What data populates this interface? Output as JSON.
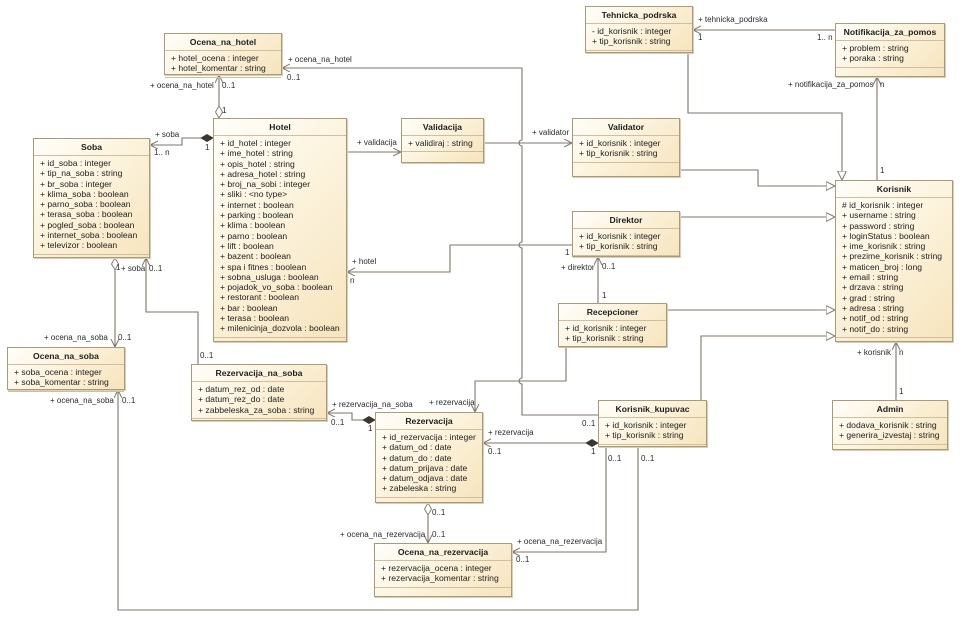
{
  "diagram": {
    "classes": [
      {
        "name": "Ocena_na_hotel",
        "attributes": [
          "+ hotel_ocena : integer",
          "+ hotel_komentar : string"
        ]
      },
      {
        "name": "Hotel",
        "attributes": [
          "+ id_hotel : integer",
          "+ ime_hotel : string",
          "+ opis_hotel : string",
          "+ adresa_hotel : string",
          "+ broj_na_sobi : integer",
          "+ sliki : <no type>",
          "+ internet : boolean",
          "+ parking : boolean",
          "+ klima : boolean",
          "+ parno : boolean",
          "+ lift : boolean",
          "+ bazent : boolean",
          "+ spa i fitnes : boolean",
          "+ sobna_usluga : boolean",
          "+ pojadok_vo_soba : boolean",
          "+ restorant : boolean",
          "+ bar : boolean",
          "+ terasa : boolean",
          "+ milenicinja_dozvola : boolean"
        ]
      },
      {
        "name": "Soba",
        "attributes": [
          "+ id_soba : integer",
          "+ tip_na_soba : string",
          "+ br_soba : integer",
          "+ klima_soba : boolean",
          "+ parno_soba : boolean",
          "+ terasa_soba : boolean",
          "+ pogled_soba : boolean",
          "+ internet_soba : boolean",
          "+ televizor : boolean"
        ]
      },
      {
        "name": "Validacija",
        "attributes": [
          "+ validiraj : string"
        ]
      },
      {
        "name": "Validator",
        "attributes": [
          "+ id_korisnik : integer",
          "+ tip_korisnik : string"
        ]
      },
      {
        "name": "Direktor",
        "attributes": [
          "+ id_korisnik : integer",
          "+ tip_korisnik : string"
        ]
      },
      {
        "name": "Recepcioner",
        "attributes": [
          "+ id_korisnik : integer",
          "+ tip_korisnik : string"
        ]
      },
      {
        "name": "Korisnik_kupuvac",
        "attributes": [
          "+ id_korisnik : integer",
          "+ tip_korisnik : string"
        ]
      },
      {
        "name": "Tehnicka_podrska",
        "attributes": [
          "- id_korisnik : integer",
          "+ tip_korisnik : string"
        ]
      },
      {
        "name": "Notifikacija_za_pomos",
        "attributes": [
          "+ problem : string",
          "+ poraka : string"
        ]
      },
      {
        "name": "Korisnik",
        "attributes": [
          "# id_korisnik : integer",
          "+ username : string",
          "+ password : string",
          "+ loginStatus : boolean",
          "+ ime_korisnik : string",
          "+ prezime_korisnik : string",
          "+ maticen_broj : long",
          "+ email : string",
          "+ drzava : string",
          "+ grad : string",
          "+ adresa : string",
          "+ notif_od : string",
          "+ notif_do : string"
        ]
      },
      {
        "name": "Admin",
        "attributes": [
          "+ dodava_korisnik : string",
          "+ generira_izvestaj : string"
        ]
      },
      {
        "name": "Ocena_na_soba",
        "attributes": [
          "+ soba_ocena : integer",
          "+ soba_komentar : string"
        ]
      },
      {
        "name": "Rezervacija_na_soba",
        "attributes": [
          "+ datum_rez_od : date",
          "+ datum_rez_do : date",
          "+ zabbeleska_za_soba : string"
        ]
      },
      {
        "name": "Rezervacija",
        "attributes": [
          "+ id_rezervacija : integer",
          "+ datum_od : date",
          "+ datum_do : date",
          "+ datum_prijava : date",
          "+ datum_odjava : date",
          "+ zabeleska : string"
        ]
      },
      {
        "name": "Ocena_na_rezervacija",
        "attributes": [
          "+ rezervacija_ocena : integer",
          "+ rezervacija_komentar : string"
        ]
      }
    ],
    "associations": [
      {
        "role": "+ ocena_na_hotel",
        "target_mult": "0..1",
        "source_mult": "1"
      },
      {
        "role": "+ soba",
        "target_mult": "1.. n",
        "source_mult": "1"
      },
      {
        "role": "+ validacija"
      },
      {
        "role": "+ validator"
      },
      {
        "role": "+ hotel",
        "target_mult": "n",
        "source_mult": "1"
      },
      {
        "role": "+ direktor",
        "target_mult": "0..1",
        "source_mult": "1"
      },
      {
        "role": "+ rezervacija"
      },
      {
        "role": "+ ocena_na_hotel",
        "target_mult": "0..1",
        "source_mult": "0..1"
      },
      {
        "role": "+ rezervacija",
        "target_mult": "0..1",
        "source_mult": "1"
      },
      {
        "role": "+ rezervacija_na_soba",
        "target_mult": "0..1",
        "source_mult": "1"
      },
      {
        "role": "+ soba",
        "target_mult": "0..1",
        "source_mult": "0..1"
      },
      {
        "role": "+ ocena_na_soba",
        "target_mult": "0..1",
        "source_mult": "1"
      },
      {
        "role": "+ ocena_na_soba",
        "target_mult": "0..1",
        "source_mult": "0..1"
      },
      {
        "role": "+ ocena_na_rezervacija",
        "target_mult": "0..1",
        "source_mult": "0..1"
      },
      {
        "role": "+ ocena_na_rezervacija",
        "target_mult": "0..1",
        "source_mult": "0..1"
      },
      {
        "role": "+ tehnicka_podrska",
        "target_mult": "1",
        "source_mult": "1.. n"
      },
      {
        "role": "+ notifikacija_za_pomos",
        "target_mult": "n",
        "source_mult": "1"
      },
      {
        "role": "+ korisnik",
        "target_mult": "n",
        "source_mult": "1"
      }
    ],
    "colors": {
      "line": "#7f766a",
      "class_border": "#a99a7a",
      "class_fill": "#fcf3dc"
    }
  }
}
